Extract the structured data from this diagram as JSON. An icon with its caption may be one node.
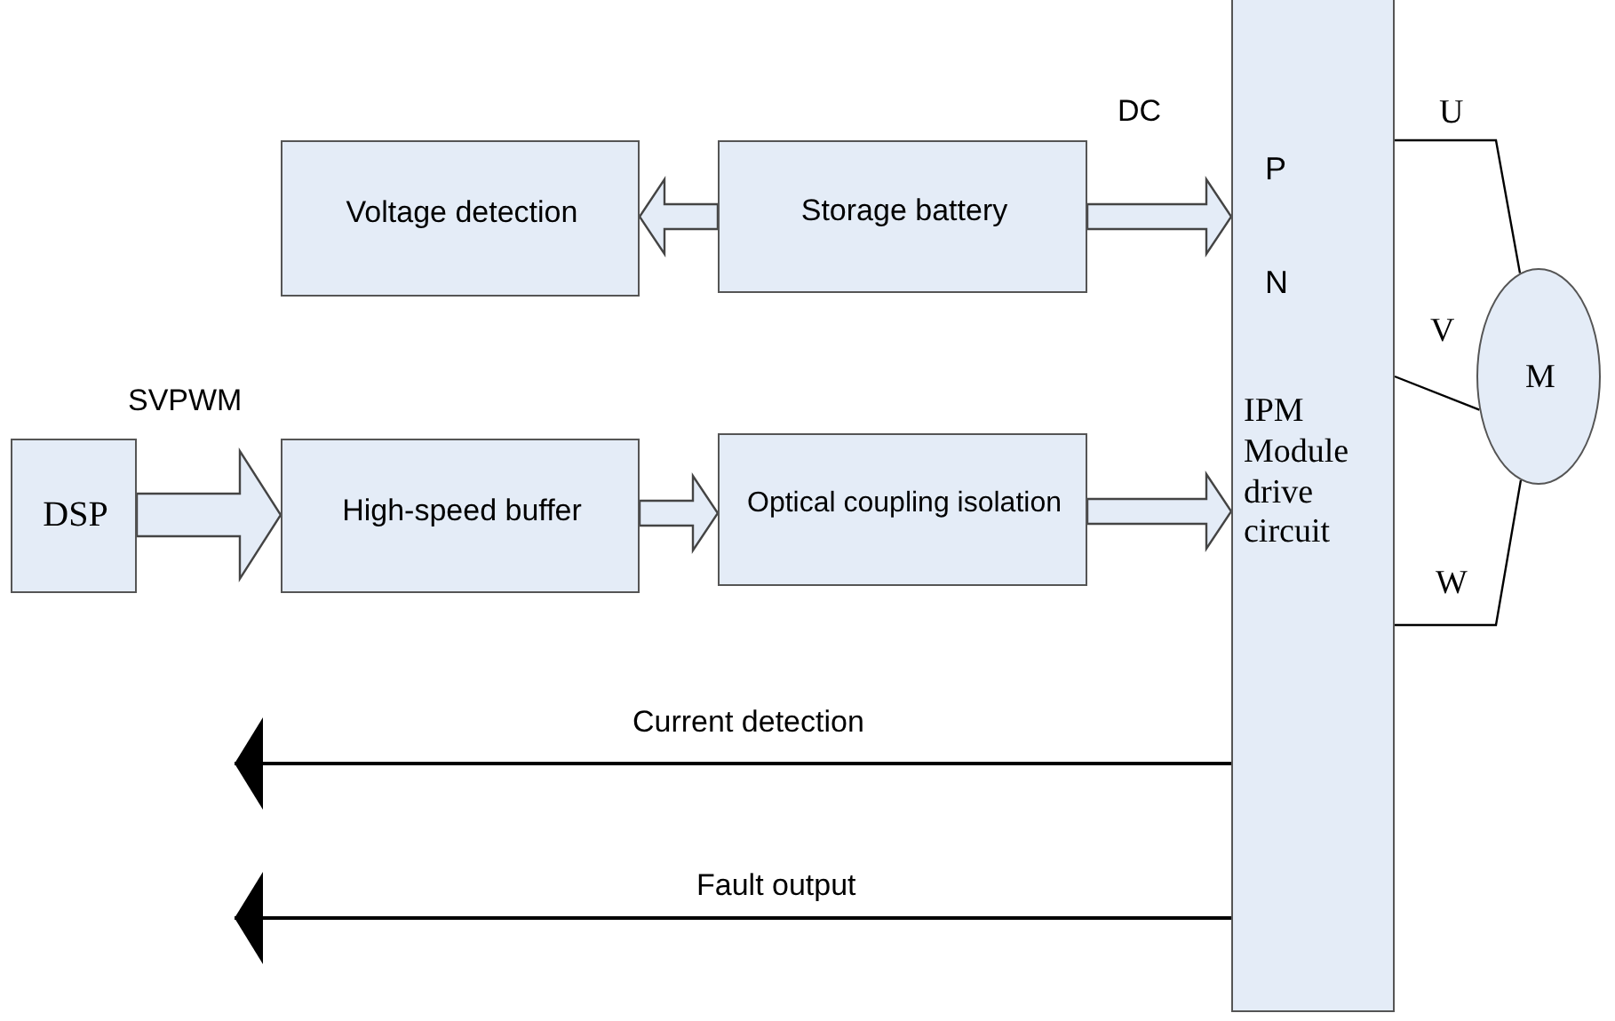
{
  "diagram": {
    "nodes": [
      {
        "text": [
          "Voltage detection"
        ]
      },
      {
        "text": [
          "Storage battery"
        ]
      },
      {
        "text": [
          "DSP"
        ]
      },
      {
        "text": [
          "High-speed buffer"
        ]
      },
      {
        "text": [
          "Optical coupling isolation"
        ]
      },
      {
        "text": [
          "P",
          "N",
          "IPM Module drive circuit"
        ]
      },
      {
        "text": [
          "M"
        ]
      }
    ],
    "edges": [
      {
        "from": 1,
        "to": 0,
        "arrow": "to",
        "style": "thick"
      },
      {
        "from": 1,
        "to": 5,
        "arrow": "to",
        "style": "thick",
        "label": "DC"
      },
      {
        "from": 2,
        "to": 3,
        "arrow": "to",
        "style": "thick",
        "label": "SVPWM"
      },
      {
        "from": 3,
        "to": 4,
        "arrow": "to",
        "style": "thick"
      },
      {
        "from": 4,
        "to": 5,
        "arrow": "to",
        "style": "thick"
      },
      {
        "from": 5,
        "to": null,
        "arrow": "to",
        "label": "Current detection"
      },
      {
        "from": 5,
        "to": null,
        "arrow": "to",
        "label": "Fault output"
      },
      {
        "from": 5,
        "to": 6,
        "arrow": "none",
        "label": "U"
      },
      {
        "from": 5,
        "to": 6,
        "arrow": "none",
        "label": "V"
      },
      {
        "from": 5,
        "to": 6,
        "arrow": "none",
        "label": "W"
      }
    ]
  }
}
